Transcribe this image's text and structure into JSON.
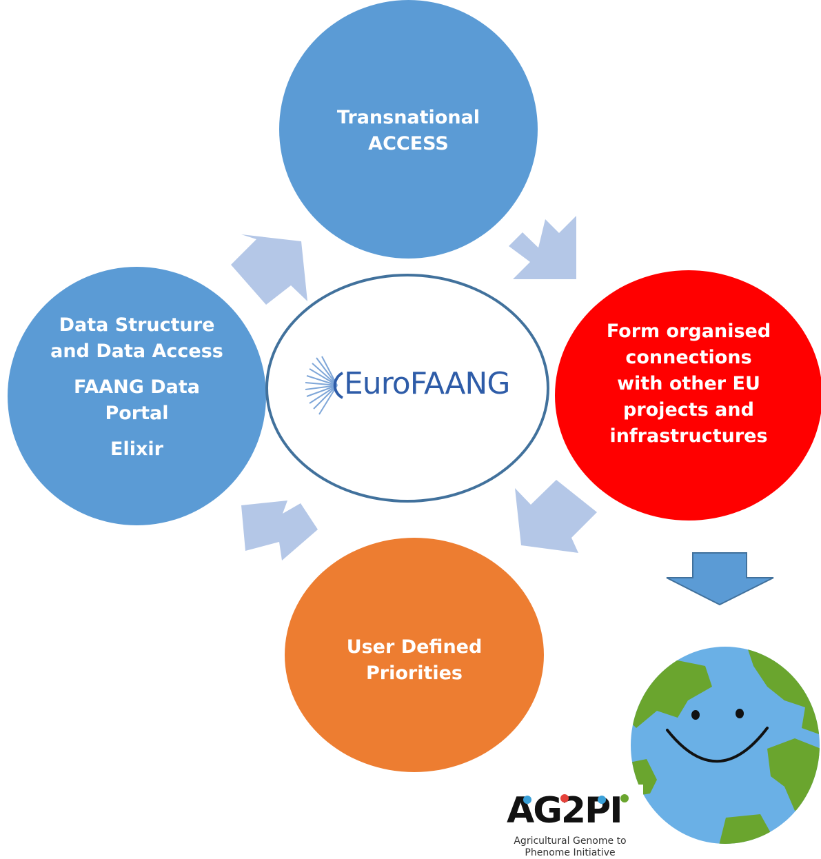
{
  "nodes": {
    "top": {
      "lines": [
        "Transnational",
        "ACCESS"
      ],
      "color": "#5b9bd5"
    },
    "right": {
      "lines": [
        "Form organised",
        "connections",
        "with other EU",
        "projects and",
        "infrastructures"
      ],
      "color": "#ff0000"
    },
    "bottom": {
      "lines": [
        "User Defined",
        "Priorities"
      ],
      "color": "#ed7d31"
    },
    "left": {
      "group1": [
        "Data Structure",
        "and Data Access"
      ],
      "group2": [
        "FAANG Data",
        "Portal"
      ],
      "group3": [
        "Elixir"
      ],
      "color": "#5b9bd5"
    }
  },
  "center": {
    "logo_text": "EuroFAANG",
    "border_color": "#41719c"
  },
  "arrow_color": "#b4c7e7",
  "down_arrow_color": "#5b9bd5",
  "globe": {
    "icon": "smiling-earth-icon"
  },
  "ag2pi": {
    "brand": "AG2PI",
    "subtitle_line1": "Agricultural Genome to",
    "subtitle_line2": "Phenome Initiative"
  }
}
